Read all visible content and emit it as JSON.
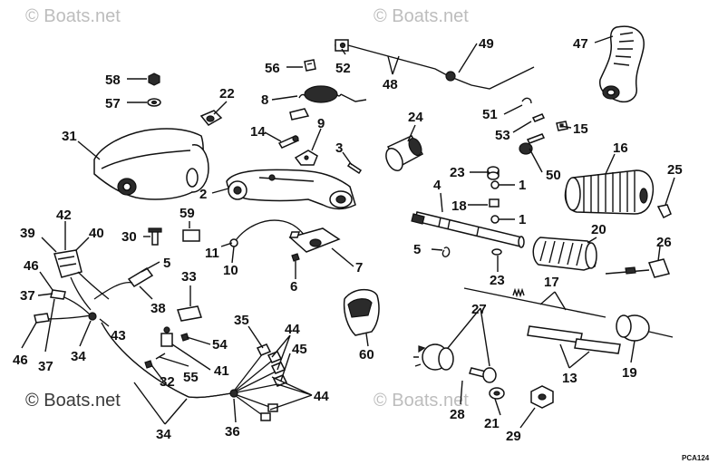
{
  "watermarks": [
    {
      "text": "© Boats.net",
      "tone": "light"
    },
    {
      "text": "© Boats.net",
      "tone": "light"
    },
    {
      "text": "© Boats.net",
      "tone": "dark"
    },
    {
      "text": "© Boats.net",
      "tone": "light"
    }
  ],
  "figure_code": "PCA124",
  "callouts": [
    "58",
    "57",
    "56",
    "52",
    "49",
    "47",
    "48",
    "22",
    "8",
    "31",
    "14",
    "9",
    "51",
    "53",
    "15",
    "24",
    "3",
    "16",
    "2",
    "23",
    "1",
    "4",
    "50",
    "25",
    "18",
    "1",
    "42",
    "39",
    "40",
    "59",
    "30",
    "11",
    "10",
    "5",
    "20",
    "26",
    "46",
    "33",
    "6",
    "7",
    "23",
    "5",
    "17",
    "37",
    "38",
    "60",
    "27",
    "35",
    "44",
    "43",
    "54",
    "45",
    "34",
    "46",
    "37",
    "41",
    "32",
    "55",
    "13",
    "19",
    "44",
    "28",
    "21",
    "34",
    "36",
    "29"
  ]
}
